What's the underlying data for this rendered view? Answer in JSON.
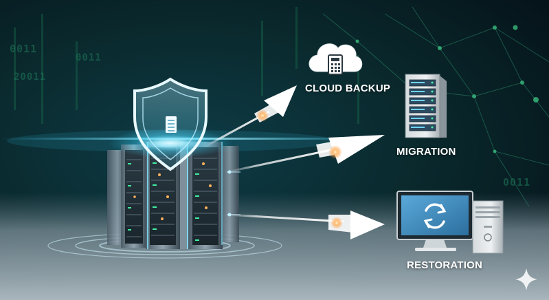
{
  "background": {
    "binary_text": [
      "0011",
      "0011",
      "20011",
      "0011"
    ]
  },
  "destinations": {
    "cloud_backup": "CLOUD BACKUP",
    "migration": "MIGRATION",
    "restoration": "RESTORATION"
  },
  "colors": {
    "glow_cyan": "#38d8ff",
    "arrow_orange": "#ffb25a",
    "matrix_green": "#1f7a5a",
    "monitor_blue": "#3b8cc4"
  },
  "icons": [
    "shield-icon",
    "lock-icon",
    "cloud-icon",
    "server-icon",
    "sync-icon",
    "sparkle-icon"
  ]
}
